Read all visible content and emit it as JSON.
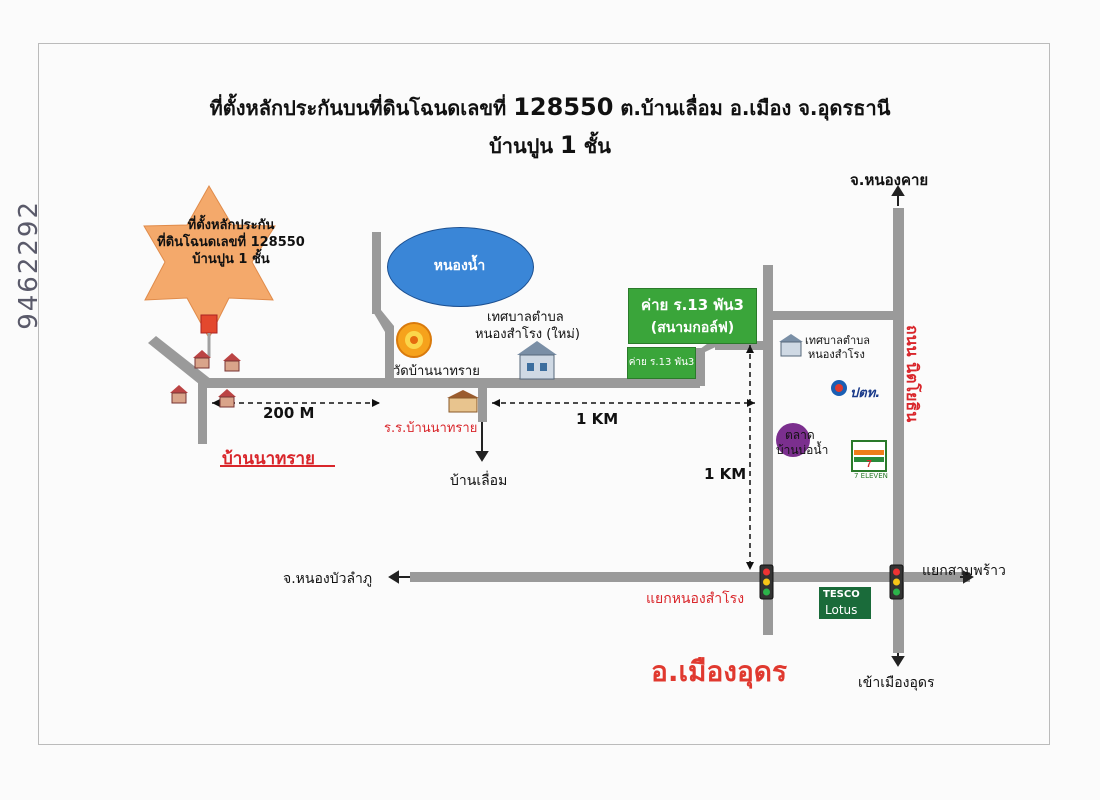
{
  "title": {
    "line1_prefix": "ที่ตั้งหลักประกันบนที่ดินโฉนดเลขที่",
    "line1_number": "128550",
    "line1_suffix": "ต.บ้านเลื่อม อ.เมือง จ.อุดรธานี",
    "line2_prefix": "บ้านปูน",
    "line2_number": "1",
    "line2_suffix": "ชั้น"
  },
  "marker": {
    "line1": "ที่ตั้งหลักประกัน",
    "line2": "ที่ดินโฉนดเลขที่ 128550",
    "line3": "บ้านปูน 1 ชั้น"
  },
  "labels": {
    "lake": "หนองน้ำ",
    "temple": "วัดบ้านนาทราย",
    "municipality_new_1": "เทศบาลตำบล",
    "municipality_new_2": "หนองสำโรง (ใหม่)",
    "school": "ร.ร.บ้านนาทราย",
    "village": "บ้านนาทราย",
    "ban_lueam": "บ้านเลื่อม",
    "camp_big_1": "ค่าย ร.13 พัน3",
    "camp_big_2": "(สนามกอล์ฟ)",
    "camp_small": "ค่าย ร.13 พัน3",
    "municipality_1": "เทศบาลตำบล",
    "municipality_2": "หนองสำโรง",
    "nong_khai": "จ.หนองคาย",
    "market_1": "ตลาด",
    "market_2": "บ้านบ่อน้ำ",
    "road_name": "ถนน นิตโยธิน",
    "nong_bua": "จ.หนองบัวลำภู",
    "junction_nongsamrong": "แยกหนองสำโรง",
    "junction_sampraow": "แยกสามพร้าว",
    "to_city": "เข้าเมืองอุดร",
    "city": "อ.เมืองอุดร",
    "ptt": "ปตท.",
    "seven": "7 ELEVEN",
    "tesco_1": "TESCO",
    "tesco_2": "Lotus",
    "side_number": "9462292"
  },
  "distances": {
    "d200": "200 M",
    "d1km_h": "1 KM",
    "d1km_v": "1 KM"
  },
  "colors": {
    "road": "#9a9a9a",
    "star": "#f4a96b",
    "lake": "#3a86d7",
    "green": "#3aa53a",
    "red_label": "#d9262b",
    "city": "#e0392f",
    "market": "#7b2f8e"
  },
  "icons": [
    "house-icon",
    "temple-icon",
    "building-icon",
    "school-icon",
    "traffic-light-icon",
    "ptt-logo",
    "seven-eleven-logo",
    "tesco-lotus-logo",
    "arrow-icon"
  ]
}
